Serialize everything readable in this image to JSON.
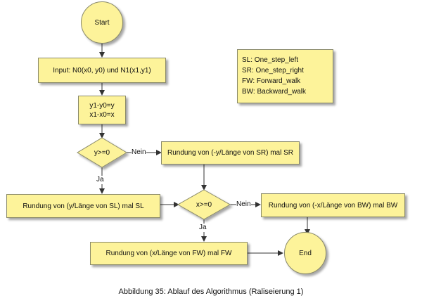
{
  "nodes": {
    "start": "Start",
    "input": "Input: N0(x0, y0) und N1(x1,y1)",
    "calc_line1": "y1-y0=y",
    "calc_line2": "x1-x0=x",
    "decision_y": "y>=0",
    "round_sr": "Rundung von (-y/Länge von SR) mal SR",
    "round_sl": "Rundung von (y/Länge von SL) mal SL",
    "decision_x": "x>=0",
    "round_bw": "Rundung von (-x/Länge von BW) mal BW",
    "round_fw": "Rundung von (x/Länge von FW) mal FW",
    "end": "End"
  },
  "edge_labels": {
    "y_no": "Nein",
    "y_yes": "Ja",
    "x_no": "Nein",
    "x_yes": "Ja"
  },
  "legend": [
    "SL: One_step_left",
    "SR: One_step_right",
    "FW: Forward_walk",
    "BW: Backward_walk"
  ],
  "caption": "Abbildung 35: Ablauf des Algorithmus (Raliseierung 1)",
  "colors": {
    "node_fill": "#fdf39a",
    "node_border": "#8a8a6a",
    "connector": "#333333"
  }
}
